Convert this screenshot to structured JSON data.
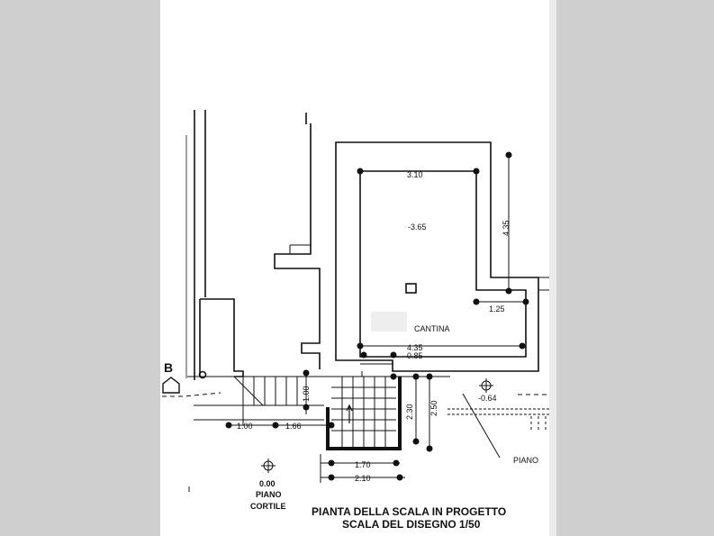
{
  "dimensions": {
    "width_top": "3.10",
    "height_right": "4.35",
    "width_bottom": "4.35",
    "step_right": "1.25",
    "landing": "0.85",
    "stair_vertical": "1.00",
    "left_a": "1.00",
    "left_b": "1.66",
    "depth_a": "2.30",
    "depth_b": "2.50",
    "bottom_a": "1.70",
    "bottom_b": "2.10"
  },
  "levels": {
    "cellar": "-3.65",
    "right_marker": "-0.64",
    "courtyard": "0.00"
  },
  "labels": {
    "room": "CANTINA",
    "piano_right": "PIANO",
    "piano_left": "PIANO",
    "cortile": "CORTILE",
    "section_marker": "B"
  },
  "title": {
    "line1": "PIANTA DELLA SCALA IN PROGETTO",
    "line2": "SCALA DEL DISEGNO 1/50"
  }
}
